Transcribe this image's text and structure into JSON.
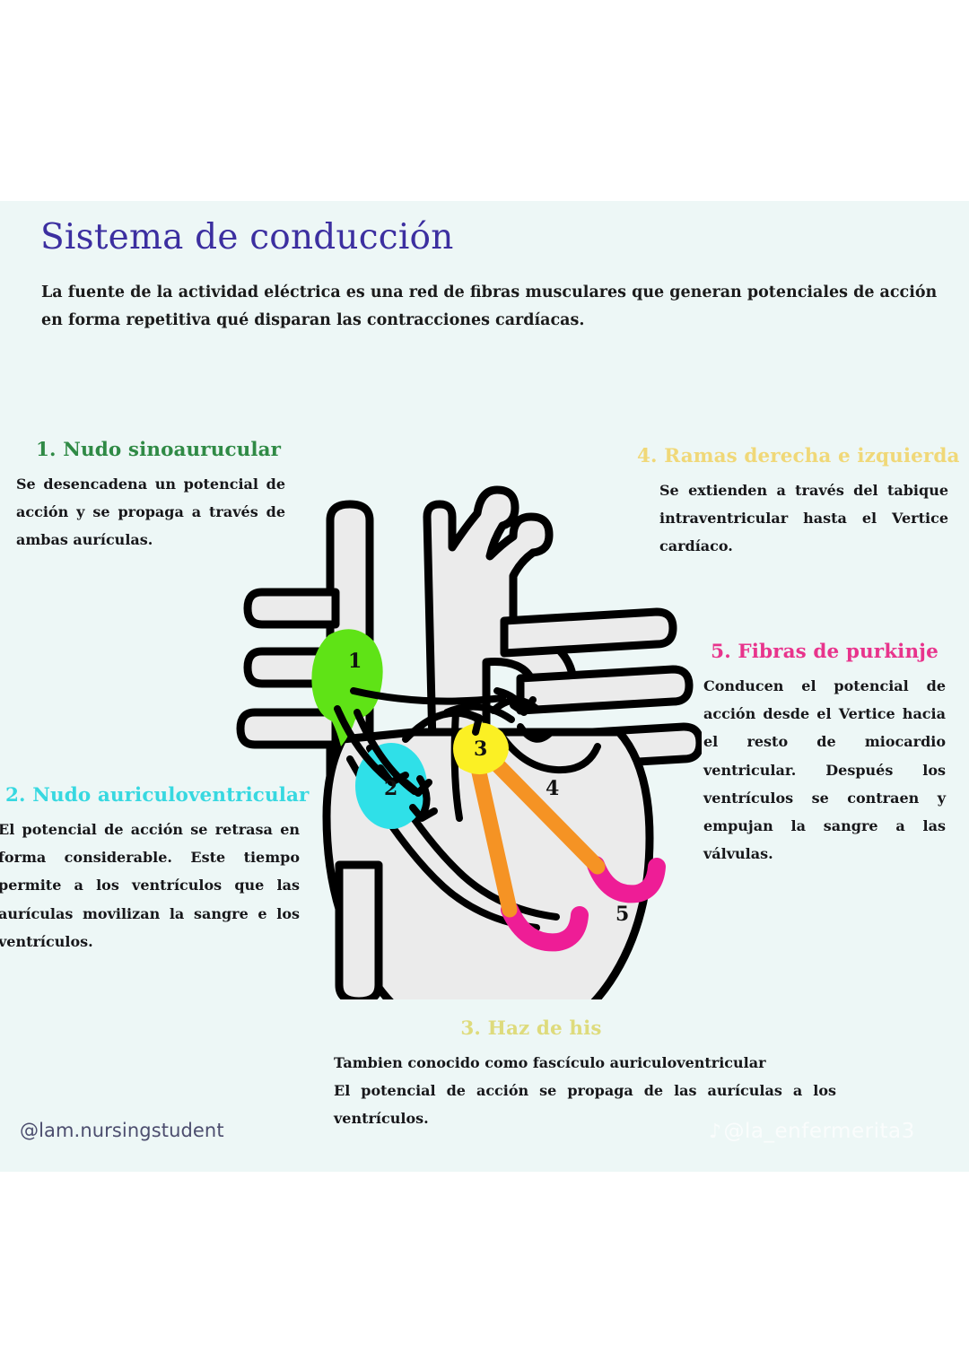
{
  "page": {
    "background": "#ffffff",
    "card_background": "#edf7f6"
  },
  "header": {
    "title": "Sistema de conducción",
    "title_color": "#3c2fa0",
    "intro": "La fuente de la actividad eléctrica es una red de fibras musculares que generan potenciales de acción en forma repetitiva qué disparan las contracciones cardíacas."
  },
  "sections": [
    {
      "number": "1",
      "heading": "1. Nudo sinoaurucular",
      "heading_color": "#2f8a45",
      "body": "Se desencadena un potencial de acción y se propaga a través de ambas aurículas."
    },
    {
      "number": "2",
      "heading": "2. Nudo auriculoventricular",
      "heading_color": "#37d8e0",
      "body": "El potencial de acción se retrasa en forma considerable. Este tiempo permite a los ventrículos que las aurículas movilizan la sangre e los ventrículos."
    },
    {
      "number": "3",
      "heading": "3. Haz de his",
      "heading_color": "#dedb7c",
      "body_line1": "Tambien conocido como fascículo auriculoventricular",
      "body_line2": "El potencial de acción se propaga de las aurículas a los ventrículos."
    },
    {
      "number": "4",
      "heading": "4. Ramas derecha e izquierda",
      "heading_color": "#f0d878",
      "body": "Se extienden a través del tabique intraventricular hasta el Vertice cardíaco."
    },
    {
      "number": "5",
      "heading": "5. Fibras de purkinje",
      "heading_color": "#e8348c",
      "body": "Conducen el potencial de acción desde el Vertice hacia el resto de miocardio ventricular. Después los ventrículos se contraen y empujan  la sangre a las válvulas."
    }
  ],
  "diagram": {
    "name": "heart-conduction-diagram",
    "fill": "#ebebeb",
    "outline": "#000000",
    "markers": [
      {
        "label": "1",
        "part": "sinoatrial-node",
        "color": "#5fe316"
      },
      {
        "label": "2",
        "part": "atrioventricular-node",
        "color": "#2fe0e8"
      },
      {
        "label": "3",
        "part": "bundle-of-his",
        "color": "#fbf024"
      },
      {
        "label": "4",
        "part": "bundle-branches",
        "color": "#f59324"
      },
      {
        "label": "5",
        "part": "purkinje-fibers",
        "color": "#ee1d96"
      }
    ]
  },
  "watermarks": {
    "instagram_handle": "@lam.nursingstudent",
    "tiktok_handle": "@la_enfermerita3",
    "tiktok_note_glyph": "♪"
  }
}
